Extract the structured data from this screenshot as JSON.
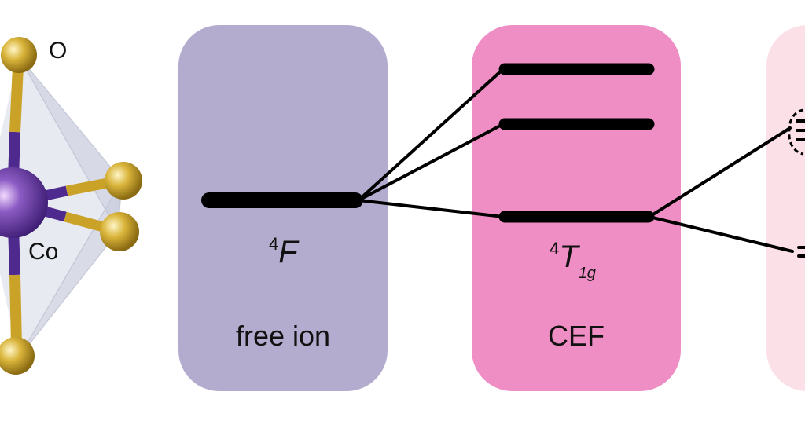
{
  "structure": {
    "atom_labels": {
      "oxygen": "O",
      "cobalt": "Co"
    },
    "colors": {
      "oxygen": "#c9a227",
      "cobalt": "#5b2a99",
      "bond_cobalt": "#4e2a8e",
      "polyhedron": "#d6d9e6"
    }
  },
  "panels": {
    "free_ion": {
      "term_superscript": "4",
      "term_symbol": "F",
      "label": "free ion",
      "color": "#b4acce",
      "levels": 1
    },
    "cef": {
      "term_superscript": "4",
      "term_symbol": "T",
      "term_subscript": "1g",
      "label": "CEF",
      "color": "#ef8ec4",
      "levels": 3
    },
    "next_partial": {
      "color": "#fbe0e8"
    }
  },
  "colors": {
    "level": "#000000",
    "connector": "#000000"
  }
}
